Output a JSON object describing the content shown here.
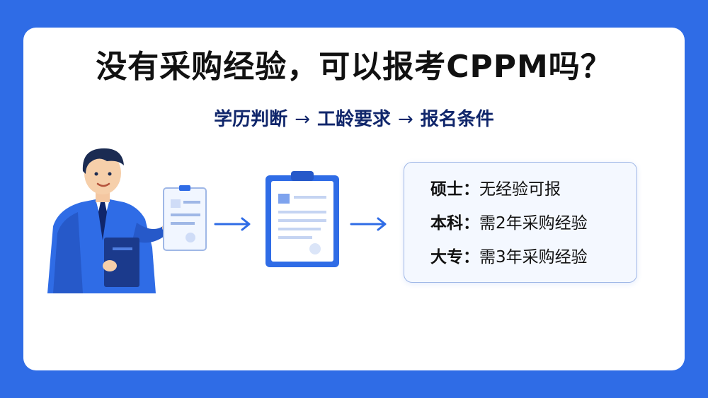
{
  "title": "没有采购经验，可以报考CPPM吗？",
  "flow": {
    "step1": "学历判断",
    "step2": "工龄要求",
    "step3": "报名条件",
    "arrow": "→"
  },
  "conditions": [
    {
      "degree": "硕士：",
      "requirement": "无经验可报"
    },
    {
      "degree": "本科：",
      "requirement": "需2年采购经验"
    },
    {
      "degree": "大专：",
      "requirement": "需3年采购经验"
    }
  ],
  "colors": {
    "background": "#2f6ce6",
    "card": "#ffffff",
    "title": "#111111",
    "subtitle": "#10266b",
    "accent": "#2f6ce6",
    "box_border": "#9fb7e6",
    "box_fill": "#f4f8ff"
  },
  "icons": {
    "person": "businessman-holding-document",
    "document": "clipboard-document-icon",
    "arrow": "right-arrow-icon"
  }
}
